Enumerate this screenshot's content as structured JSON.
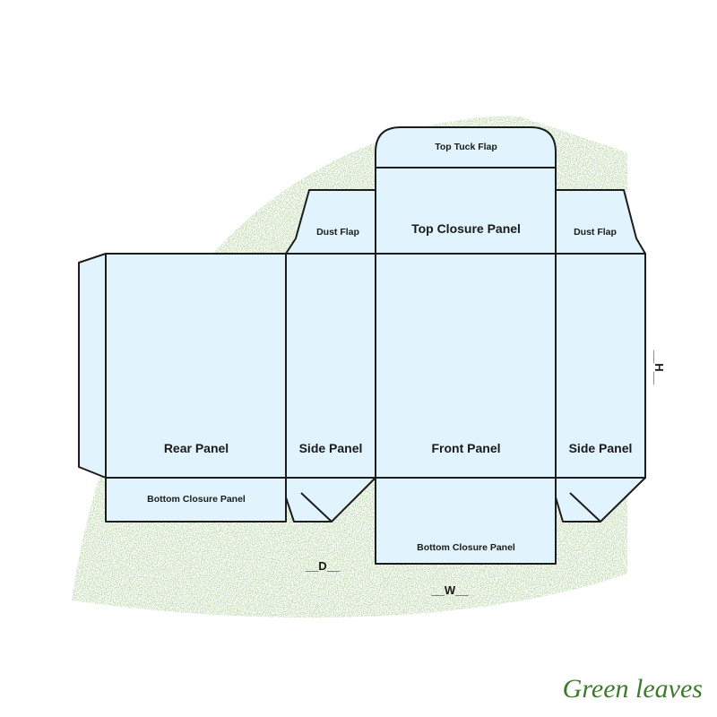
{
  "colors": {
    "panel_fill": "#e1f3fd",
    "line": "#1c1c1c",
    "blob": "#8fb778",
    "signature": "#3e7a2c"
  },
  "labels": {
    "top_tuck_flap": "Top Tuck Flap",
    "top_closure_panel": "Top Closure Panel",
    "dust_flap_left": "Dust Flap",
    "dust_flap_right": "Dust Flap",
    "rear_panel": "Rear Panel",
    "side_panel_left": "Side Panel",
    "front_panel": "Front Panel",
    "side_panel_right": "Side Panel",
    "bottom_closure_panel_left": "Bottom Closure Panel",
    "bottom_closure_panel_center": "Bottom Closure Panel"
  },
  "dimensions": {
    "depth": "__D__",
    "width": "__W__",
    "height": "__H__"
  },
  "watermark": "Green leaves"
}
